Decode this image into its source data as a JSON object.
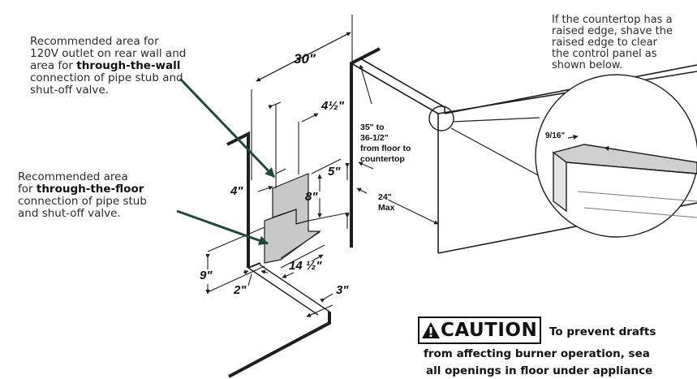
{
  "notes": {
    "wall": {
      "line1": "Recommended area for",
      "line2": "120V outlet on rear wall and",
      "line3_pre": "area for ",
      "line3_bold": "through-the-wall",
      "line4": "connection of pipe stub and",
      "line5": "shut-off valve."
    },
    "floor": {
      "line1": "Recommended area",
      "line2_pre": "for ",
      "line2_bold": "through-the-floor",
      "line3": "connection of pipe stub",
      "line4": "and shut-off valve."
    },
    "countertop": {
      "line1": "If the countertop has a",
      "line2": "raised edge, shave the",
      "line3": "raised edge to clear",
      "line4": "the control panel as",
      "line5": "shown below."
    }
  },
  "dimensions": {
    "width": "30\"",
    "offset": "4½\"",
    "outlet_height": "5\"",
    "area_height": "8\"",
    "area_left": "4\"",
    "floor_height": "9\"",
    "floor_width": "14 ½\"",
    "side_gap": "2\"",
    "front_gap": "3\"",
    "countertop_line1": "35\" to",
    "countertop_line2": "36-1/2\"",
    "countertop_line3": "from floor to",
    "countertop_line4": "countertop",
    "depth_line1": "24\"",
    "depth_line2": "Max",
    "detail": "9/16\""
  },
  "caution": {
    "word": "CAUTION",
    "line1": "To prevent drafts",
    "line2": "from affecting burner operation, sea",
    "line3": "all openings in floor under appliance"
  },
  "colors": {
    "line": "#1e1e1e",
    "area_fill": "#c8c8c8",
    "arrow": "#1f4a3a"
  }
}
